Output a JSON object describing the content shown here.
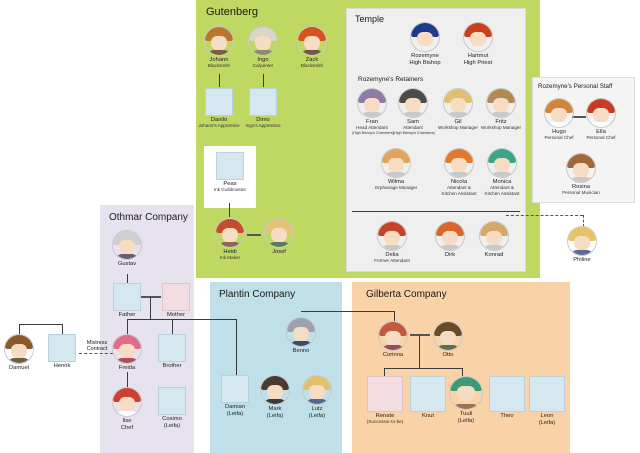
{
  "colors": {
    "gutenberg_bg": "#bfd862",
    "temple_bg": "#efefef",
    "othmar_bg": "#e7e3ee",
    "plantin_bg": "#bfe0e8",
    "gilberta_bg": "#f9d2a8",
    "staff_bg": "#f4f4f4",
    "placeholder": "#d5e7ef",
    "placeholder_pink": "#f3dde3"
  },
  "groups": {
    "gutenberg": "Gutenberg",
    "temple": "Temple",
    "retainers": "Rozemyne's Retainers",
    "staff": "Rozemyne's Personal Staff",
    "othmar": "Othmar Company",
    "plantin": "Plantin Company",
    "gilberta": "Gilberta Company"
  },
  "people": {
    "johann": {
      "name": "Johann",
      "role": "Blacksmith"
    },
    "ingo": {
      "name": "Ingo",
      "role": "Carpenter"
    },
    "zack": {
      "name": "Zack",
      "role": "Blacksmith"
    },
    "danilo": {
      "name": "Danilo",
      "role": "Johann's Apprentice"
    },
    "dimo": {
      "name": "Dimo",
      "role": "Ingo's Apprentice"
    },
    "peas": {
      "name": "Peas",
      "role": "Ink Guildmaster"
    },
    "heidi": {
      "name": "Heidi",
      "role": "Ink Maker"
    },
    "josef": {
      "name": "Josef",
      "role": ""
    },
    "rozemyne": {
      "name": "Rozemyne",
      "role": "High Bishop"
    },
    "hartmut": {
      "name": "Hartmut",
      "role": "High Priest"
    },
    "fran": {
      "name": "Fran",
      "role": "Head Attendant",
      "role2": "(High Bishop's Chambers)"
    },
    "sam": {
      "name": "Sam",
      "role": "Attendant",
      "role2": "(High Bishop's Chambers)"
    },
    "gil": {
      "name": "Gil",
      "role": "Workshop Manager"
    },
    "fritz": {
      "name": "Fritz",
      "role": "Workshop Manager"
    },
    "wilma": {
      "name": "Wilma",
      "role": "Orphanage Manager"
    },
    "nicola": {
      "name": "Nicola",
      "role": "Attendant &",
      "role2": "Kitchen Assistant"
    },
    "monica": {
      "name": "Monica",
      "role": "Attendant &",
      "role2": "Kitchen Assistant"
    },
    "delia": {
      "name": "Delia",
      "role": "Former Attendant"
    },
    "dirk": {
      "name": "Dirk",
      "role": ""
    },
    "konrad": {
      "name": "Konrad",
      "role": ""
    },
    "philine": {
      "name": "Philine",
      "role": ""
    },
    "hugo": {
      "name": "Hugo",
      "role": "Personal Chef"
    },
    "ella": {
      "name": "Ella",
      "role": "Personal Chef"
    },
    "rosina": {
      "name": "Rosina",
      "role": "Personal Musician"
    },
    "gustav": {
      "name": "Gustav",
      "role": ""
    },
    "father": {
      "name": "Father",
      "role": ""
    },
    "mother": {
      "name": "Mother",
      "role": ""
    },
    "freida": {
      "name": "Freida",
      "role": ""
    },
    "brother": {
      "name": "Brother",
      "role": ""
    },
    "ilse": {
      "name": "Ilse",
      "role": "Chef"
    },
    "cosimo": {
      "name": "Cosimo",
      "role": "(Leifa)"
    },
    "damuel": {
      "name": "Damuel",
      "role": ""
    },
    "henrik": {
      "name": "Henrik",
      "role": ""
    },
    "benno": {
      "name": "Benno",
      "role": ""
    },
    "damian": {
      "name": "Damian",
      "role": "(Leifa)"
    },
    "mark": {
      "name": "Mark",
      "role": "(Leifa)"
    },
    "lutz": {
      "name": "Lutz",
      "role": "(Leifa)"
    },
    "corinna": {
      "name": "Corinna",
      "role": ""
    },
    "otto": {
      "name": "Otto",
      "role": ""
    },
    "renate": {
      "name": "Renate",
      "role": "(Successor-to-be)"
    },
    "knut": {
      "name": "Knut",
      "role": ""
    },
    "tuuli": {
      "name": "Tuuli",
      "role": "(Leifa)"
    },
    "theo": {
      "name": "Theo",
      "role": ""
    },
    "leon": {
      "name": "Leon",
      "role": "(Leifa)"
    }
  },
  "relations": {
    "mistress_contract": "Mistress Contract"
  }
}
